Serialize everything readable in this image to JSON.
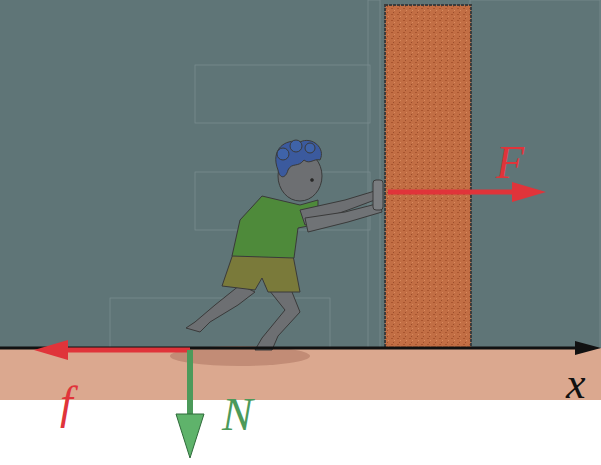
{
  "diagram": {
    "labels": [
      "F",
      "f",
      "N",
      "x"
    ]
  }
}
